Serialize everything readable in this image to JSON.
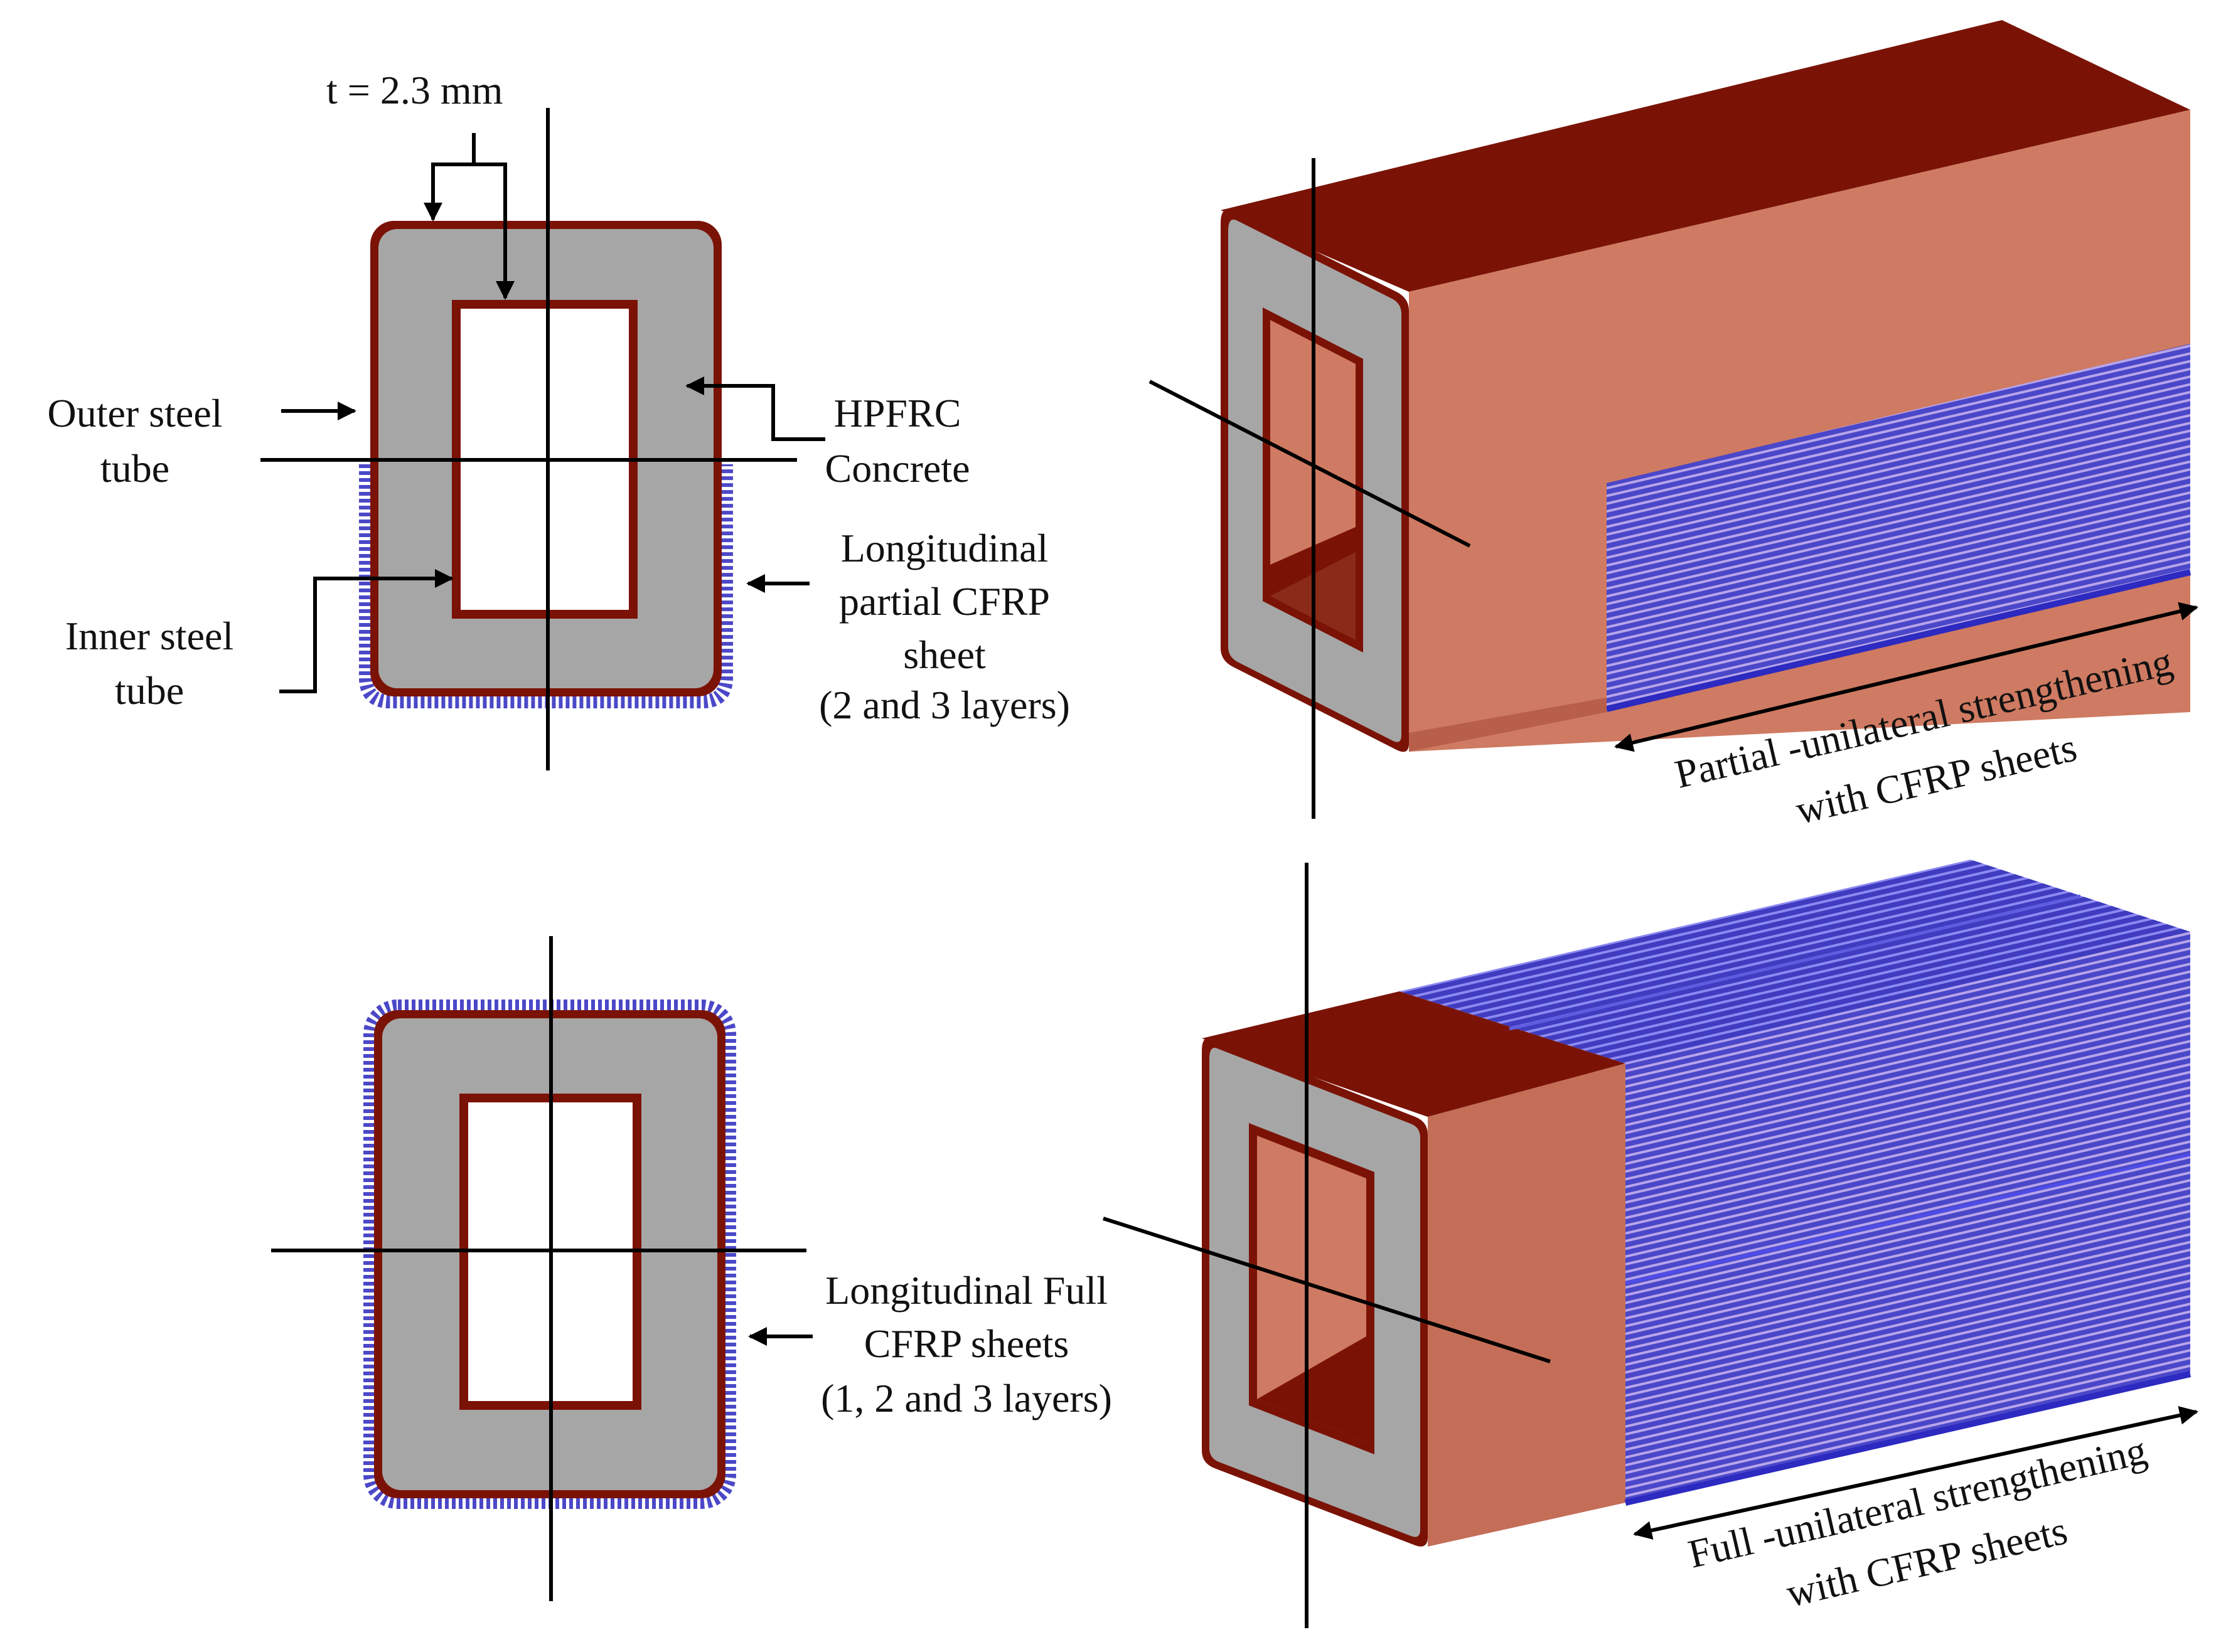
{
  "colors": {
    "concrete": "#a6a6a6",
    "steel": "#7b1206",
    "steel_face": "#cd7a63",
    "cfrp": "#4b48c8",
    "cfrp_stripe": "#8c88f0"
  },
  "labels": {
    "thickness": "t = 2.3 mm",
    "outer_tube_1": "Outer steel",
    "outer_tube_2": "tube",
    "inner_tube_1": "Inner steel",
    "inner_tube_2": "tube",
    "hpfrc_1": "HPFRC",
    "hpfrc_2": "Concrete",
    "partial_1": "Longitudinal",
    "partial_2": "partial CFRP",
    "partial_3": "sheet",
    "partial_4": "(2 and 3 layers)",
    "full_1": "Longitudinal Full",
    "full_2": "CFRP sheets",
    "full_3": "(1, 2 and 3 layers)",
    "partial_strength_1": "Partial -unilateral  strengthening",
    "partial_strength_2": "with CFRP sheets",
    "full_strength_1": "Full -unilateral  strengthening",
    "full_strength_2": "with  CFRP  sheets"
  }
}
